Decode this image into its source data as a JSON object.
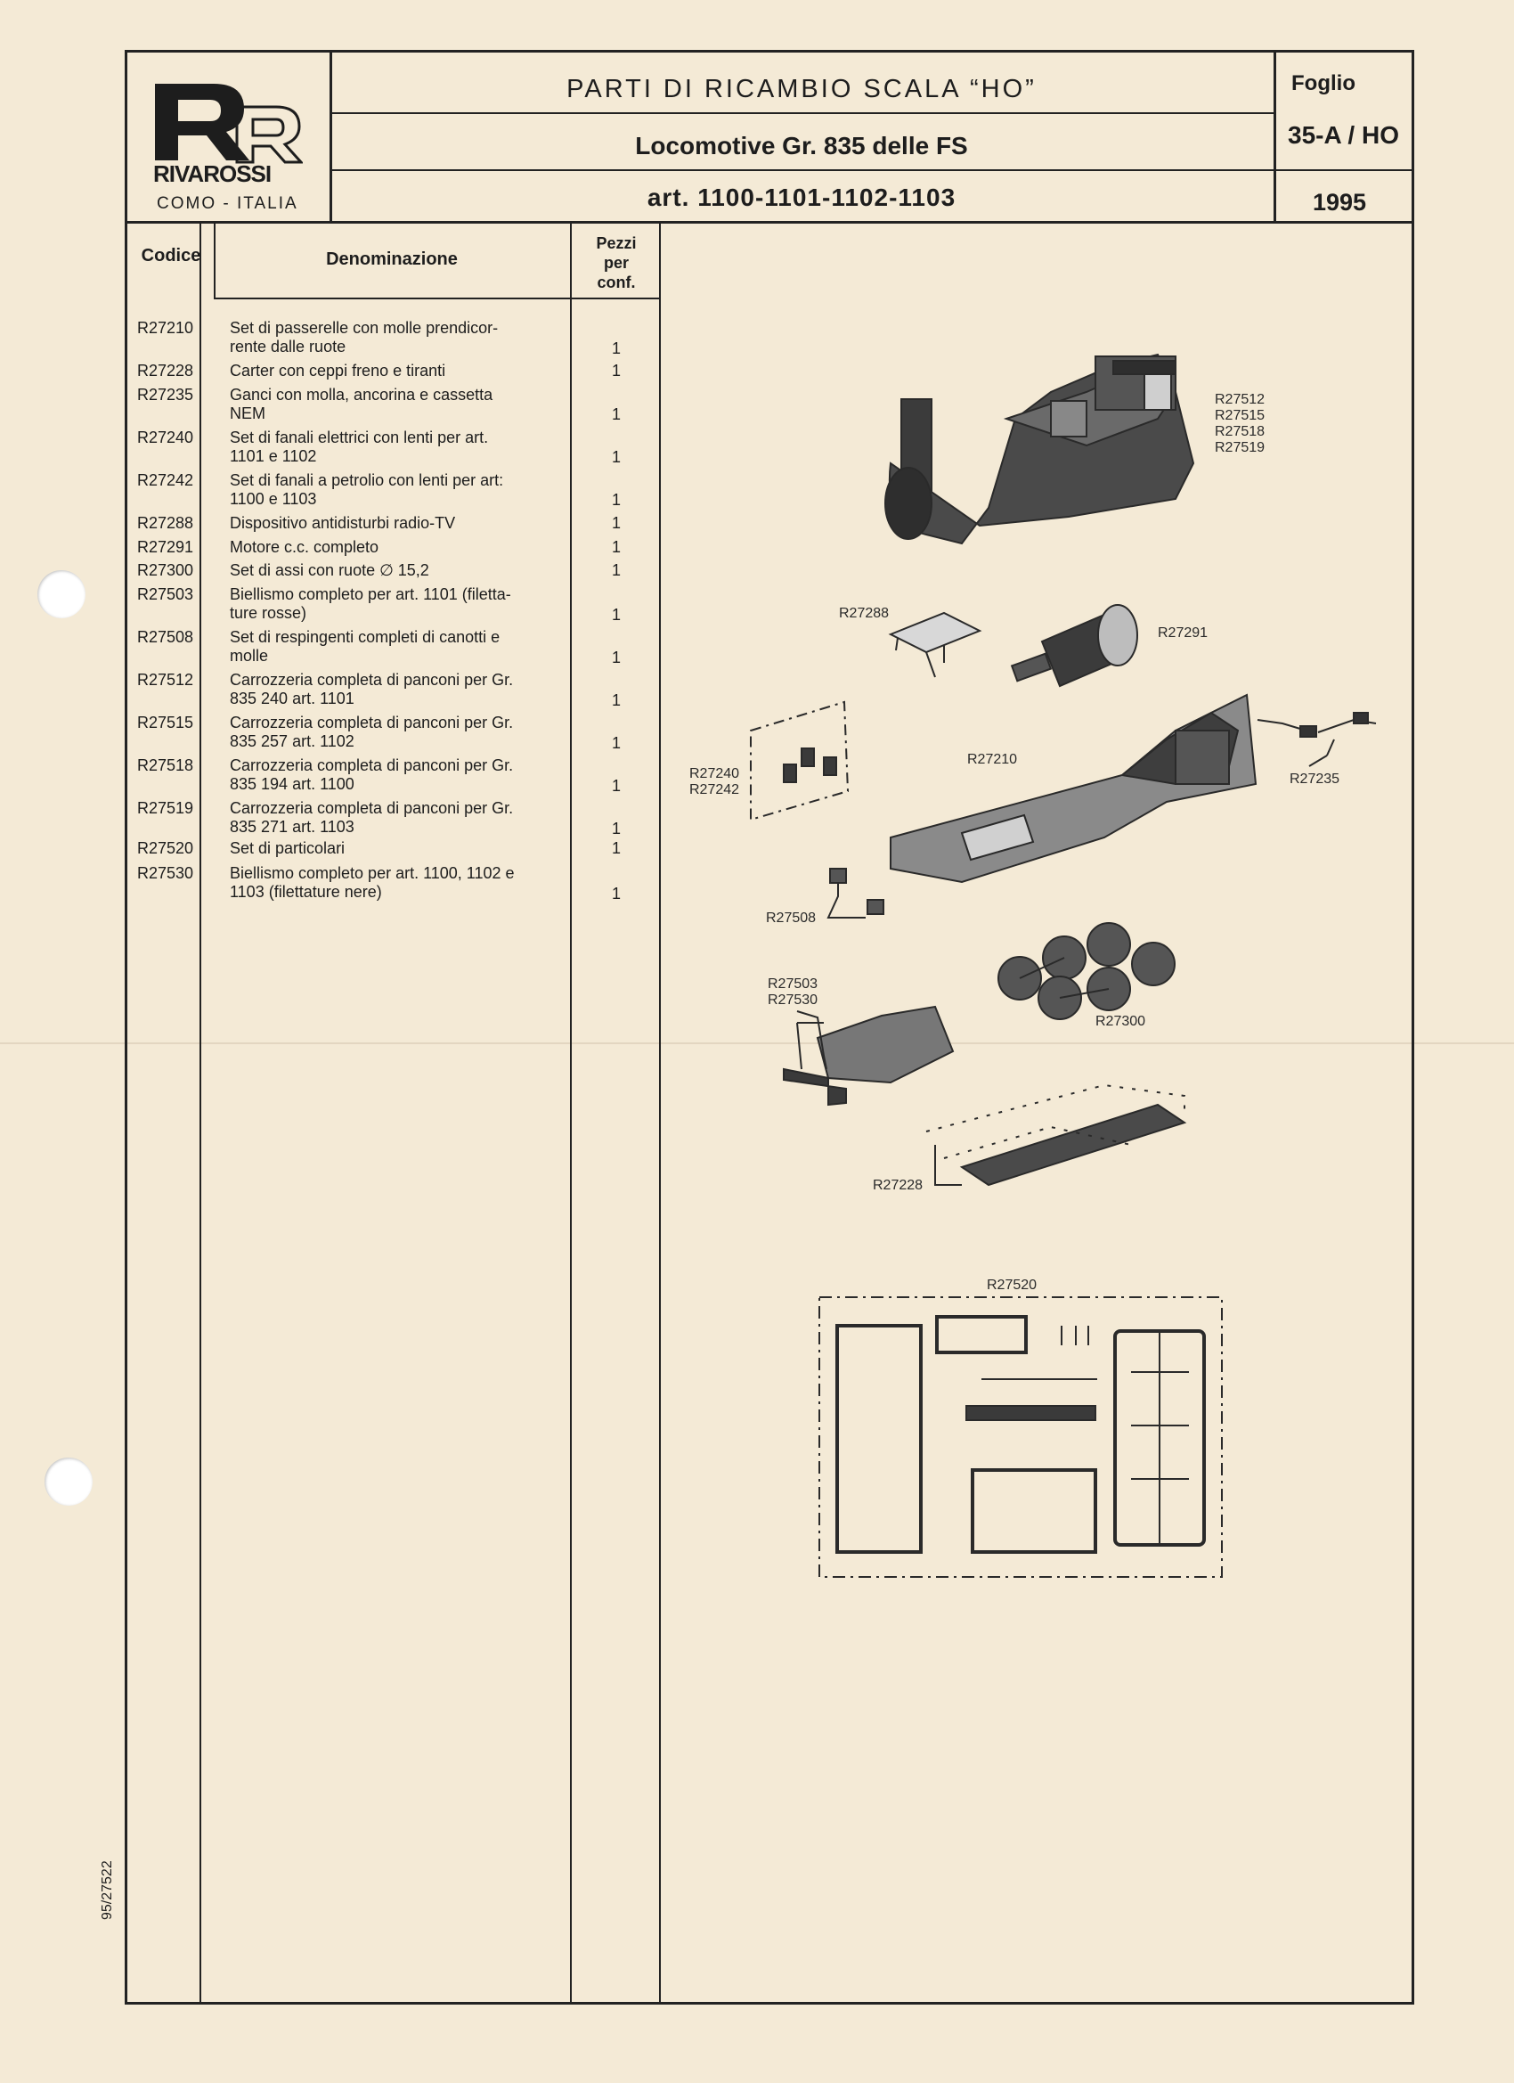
{
  "header": {
    "brand": "RIVAROSSI",
    "location": "COMO - ITALIA",
    "title": "PARTI DI RICAMBIO SCALA “HO”",
    "subtitle": "Locomotive Gr. 835 delle FS",
    "articles": "art. 1100-1101-1102-1103",
    "sheet_label": "Foglio",
    "sheet_number": "35-A / HO",
    "year": "1995"
  },
  "table": {
    "headers": {
      "code": "Codice",
      "name": "Denominazione",
      "pieces_l1": "Pezzi",
      "pieces_l2": "per",
      "pieces_l3": "conf."
    },
    "rows": [
      {
        "code": "R27210",
        "desc_l1": "Set di passerelle con molle prendicor-",
        "desc_l2": "rente dalle ruote",
        "qty": "1"
      },
      {
        "code": "R27228",
        "desc_l1": "Carter con ceppi freno e tiranti",
        "desc_l2": "",
        "qty": "1"
      },
      {
        "code": "R27235",
        "desc_l1": "Ganci con molla, ancorina e cassetta",
        "desc_l2": "NEM",
        "qty": "1"
      },
      {
        "code": "R27240",
        "desc_l1": "Set di fanali elettrici con lenti per art.",
        "desc_l2": "1101 e 1102",
        "qty": "1"
      },
      {
        "code": "R27242",
        "desc_l1": "Set di fanali a petrolio con lenti per art:",
        "desc_l2": "1100 e 1103",
        "qty": "1"
      },
      {
        "code": "R27288",
        "desc_l1": "Dispositivo antidisturbi radio-TV",
        "desc_l2": "",
        "qty": "1"
      },
      {
        "code": "R27291",
        "desc_l1": "Motore c.c. completo",
        "desc_l2": "",
        "qty": "1"
      },
      {
        "code": "R27300",
        "desc_l1": "Set di assi con ruote ∅ 15,2",
        "desc_l2": "",
        "qty": "1"
      },
      {
        "code": "R27503",
        "desc_l1": "Biellismo completo per art. 1101 (filetta-",
        "desc_l2": "ture rosse)",
        "qty": "1"
      },
      {
        "code": "R27508",
        "desc_l1": "Set di respingenti completi di canotti e",
        "desc_l2": "molle",
        "qty": "1"
      },
      {
        "code": "R27512",
        "desc_l1": "Carrozzeria completa di panconi per Gr.",
        "desc_l2": "835 240 art. 1101",
        "qty": "1"
      },
      {
        "code": "R27515",
        "desc_l1": "Carrozzeria completa di panconi per Gr.",
        "desc_l2": "835 257 art. 1102",
        "qty": "1"
      },
      {
        "code": "R27518",
        "desc_l1": "Carrozzeria completa di panconi per Gr.",
        "desc_l2": "835 194 art. 1100",
        "qty": "1"
      },
      {
        "code": "R27519",
        "desc_l1": "Carrozzeria completa di panconi per Gr.",
        "desc_l2": "835 271 art. 1103",
        "qty": "1"
      },
      {
        "code": "R27520",
        "desc_l1": "Set di particolari",
        "desc_l2": "",
        "qty": "1"
      },
      {
        "code": "R27530",
        "desc_l1": "Biellismo completo per art. 1100, 1102 e",
        "desc_l2": "1103 (filettature nere)",
        "qty": "1"
      }
    ]
  },
  "drawing_labels": {
    "body_codes": [
      "R27512",
      "R27515",
      "R27518",
      "R27519"
    ],
    "r27288": "R27288",
    "r27291": "R27291",
    "r27240": "R27240",
    "r27242": "R27242",
    "r27210": "R27210",
    "r27235": "R27235",
    "r27508": "R27508",
    "r27503": "R27503",
    "r27530": "R27530",
    "r27300": "R27300",
    "r27228": "R27228",
    "r27520": "R27520"
  },
  "side_code": "95/27522"
}
